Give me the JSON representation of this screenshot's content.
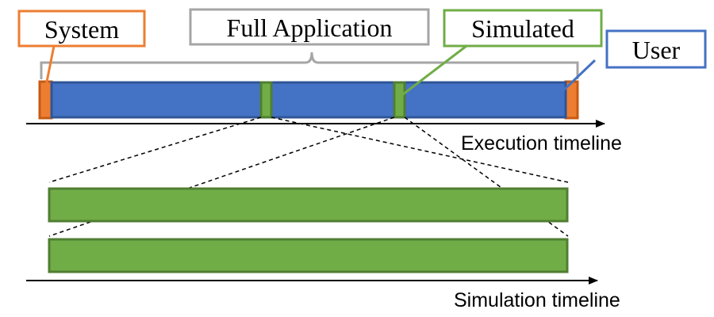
{
  "labels": {
    "system": "System",
    "full_application": "Full Application",
    "simulated": "Simulated",
    "user": "User",
    "execution_timeline": "Execution timeline",
    "simulation_timeline": "Simulation timeline"
  },
  "colors": {
    "system": "#ED7D31",
    "system_border": "#C55A11",
    "user": "#4472C4",
    "user_border": "#2F5597",
    "simulated": "#70AD47",
    "simulated_border": "#507E32",
    "full_application_bracket": "#A5A5A5"
  }
}
